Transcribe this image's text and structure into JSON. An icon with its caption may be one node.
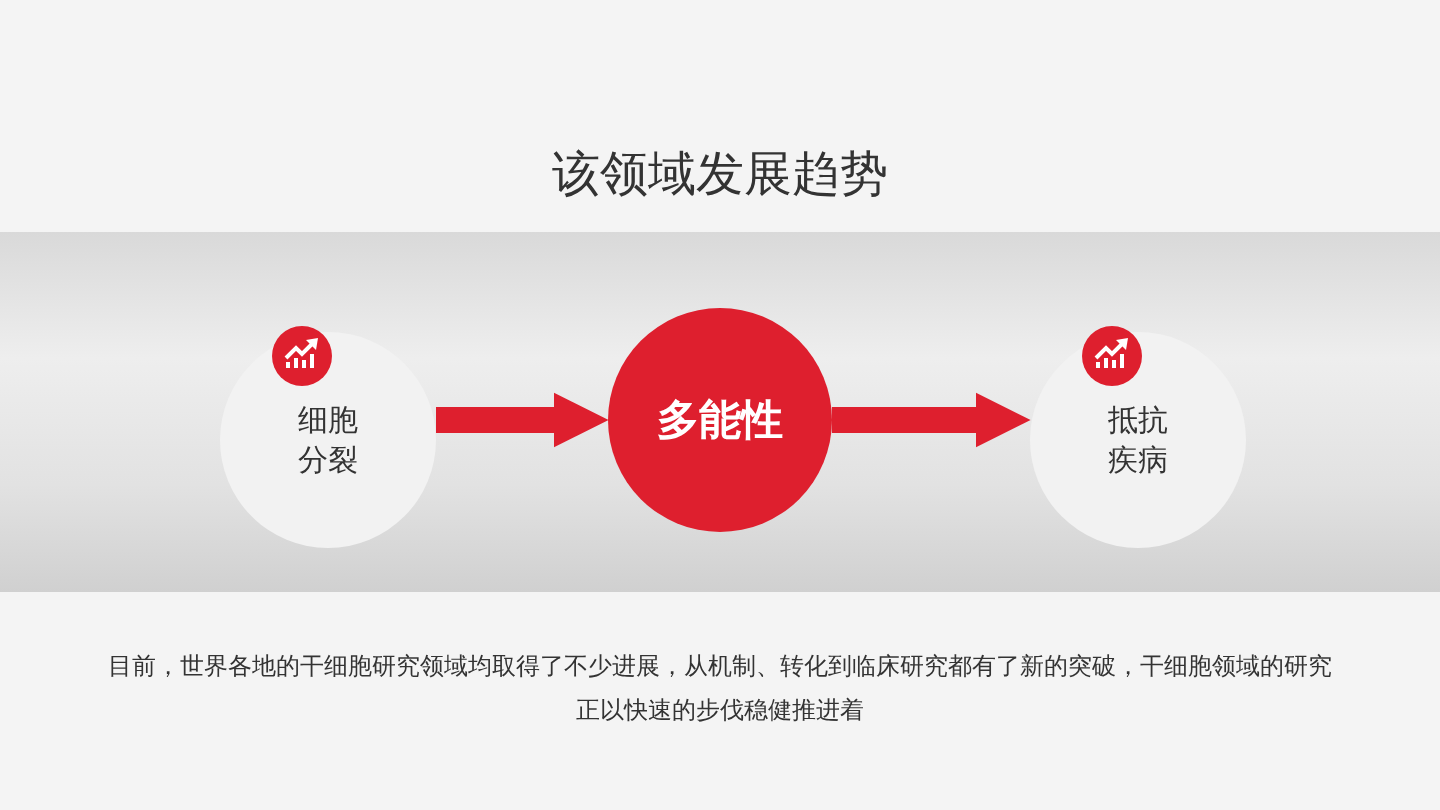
{
  "diagram": {
    "title": "该领域发展趋势",
    "nodes": [
      {
        "text": [
          "细胞分裂"
        ]
      },
      {
        "text": [
          "多能性"
        ]
      },
      {
        "text": [
          "抵抗疾病"
        ]
      }
    ],
    "edges": [
      {
        "from": 0,
        "to": 1,
        "arrow": "to"
      },
      {
        "from": 1,
        "to": 2,
        "arrow": "to"
      }
    ],
    "labels": [
      "目前，世界各地的干细胞研究领域均取得了不少进展，从机制、转化到临床研究都有了新的突破，干细胞领域的研究正以快速的步伐稳健推进着"
    ]
  }
}
